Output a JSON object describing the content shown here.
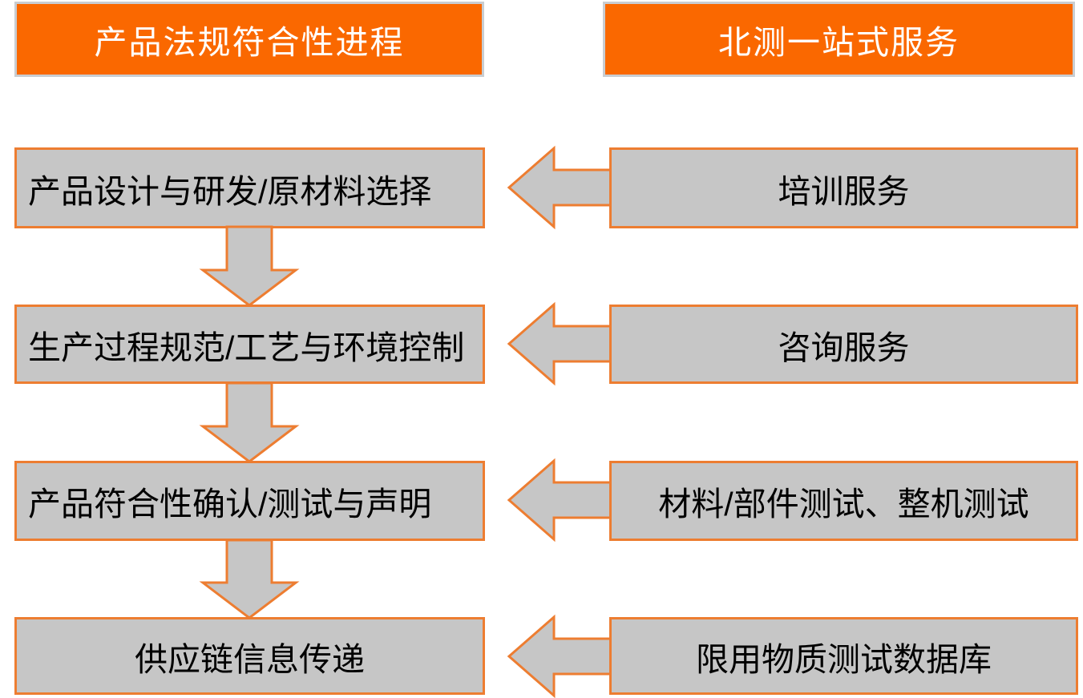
{
  "diagram": {
    "title_left": "产品法规符合性进程",
    "title_right": "北测一站式服务",
    "colors": {
      "banner_fill": "#FA6800",
      "banner_border": "#C9CDD1",
      "banner_text": "#FFFFFF",
      "box_fill": "#C6C6C6",
      "box_border": "#ED7D31",
      "box_text": "#000000",
      "arrow_fill": "#C6C6C6",
      "arrow_border": "#ED7D31",
      "background": "#FFFFFF"
    },
    "process_steps": [
      {
        "label": "产品设计与研发/原材料选择"
      },
      {
        "label": "生产过程规范/工艺与环境控制"
      },
      {
        "label": "产品符合性确认/测试与声明"
      },
      {
        "label": "供应链信息传递"
      }
    ],
    "services": [
      {
        "label": "培训服务"
      },
      {
        "label": "咨询服务"
      },
      {
        "label": "材料/部件测试、整机测试"
      },
      {
        "label": "限用物质测试数据库"
      }
    ],
    "connectors": {
      "down_arrow_count": 3,
      "left_arrow_count": 4,
      "down_arrow_name": "down-arrow-icon",
      "left_arrow_name": "left-arrow-icon"
    }
  }
}
